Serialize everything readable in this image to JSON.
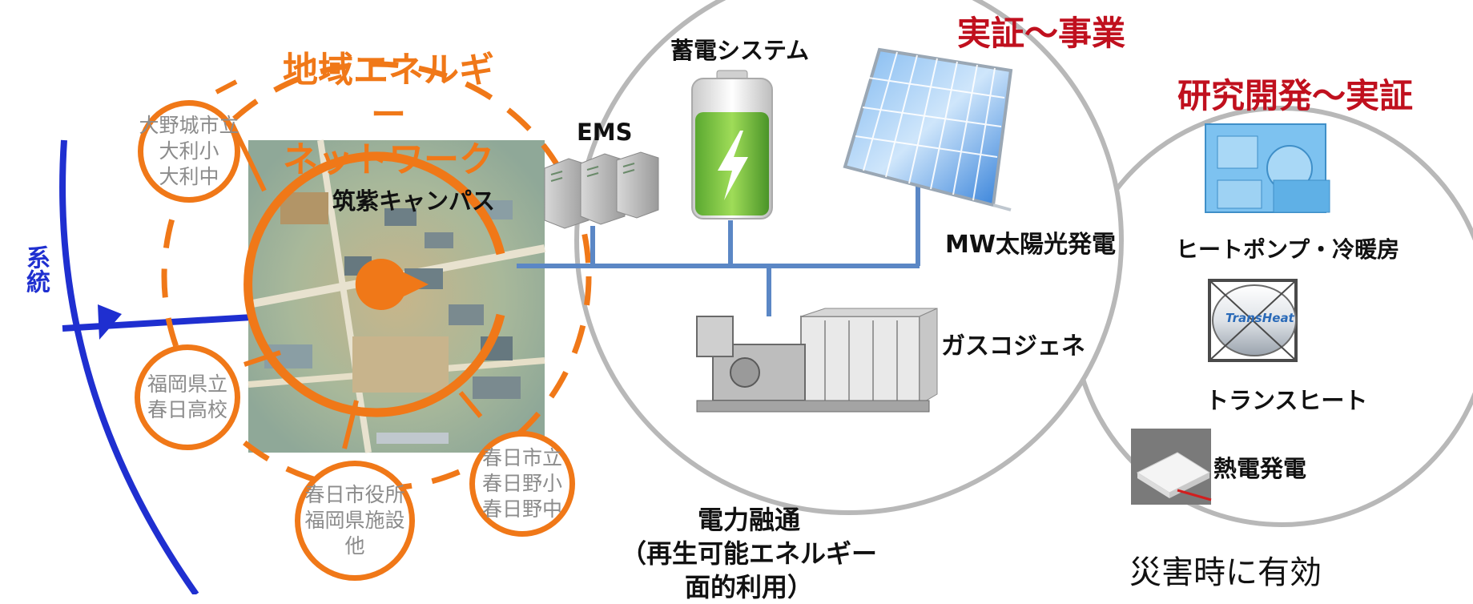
{
  "diagram": {
    "regional_network_title": [
      "地域エネルギー",
      "ネットワーク"
    ],
    "grid_label": "系統",
    "campus_label": "筑紫キャンパス",
    "nodes": [
      [
        "大野城市立",
        "大利小",
        "大利中"
      ],
      [
        "福岡県立",
        "春日高校"
      ],
      [
        "春日市役所",
        "福岡県施設",
        "他"
      ],
      [
        "春日市立",
        "春日野小",
        "春日野中"
      ]
    ],
    "equipment": {
      "ems": "EMS",
      "storage": "蓄電システム",
      "solar": "MW太陽光発電",
      "cogen": "ガスコジェネ"
    },
    "stage_labels": {
      "demo_business": "実証～事業",
      "rnd_demo": "研究開発～実証"
    },
    "research_items": {
      "heat_pump": "ヒートポンプ・冷暖房",
      "trans_heat": "トランスヒート",
      "trans_heat_logo": "TransHeat",
      "thermoelectric": "熱電発電"
    },
    "power_sharing": [
      "電力融通",
      "（再生可能エネルギー",
      "面的利用）"
    ],
    "disaster_note": "災害時に有効",
    "colors": {
      "orange": "#f07818",
      "grid_blue": "#1f2fd0",
      "bus_blue": "#5b87c5",
      "red": "#c0101e",
      "gray_circle": "#b8b8b8"
    }
  }
}
